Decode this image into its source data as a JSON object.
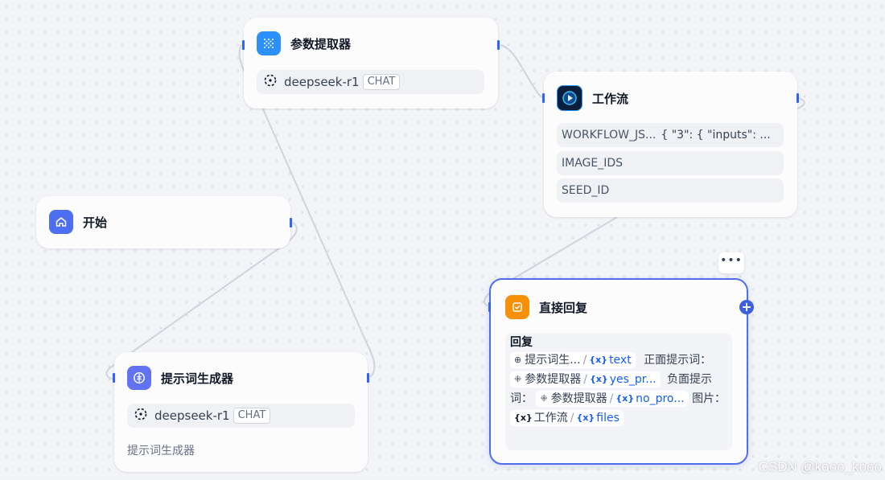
{
  "nodes": {
    "param_extractor": {
      "title": "参数提取器",
      "model": "deepseek-r1",
      "mode": "CHAT",
      "icon": "grid-icon",
      "icon_color": "#2e90fa"
    },
    "workflow": {
      "title": "工作流",
      "icon": "workflow-app-icon",
      "vars": [
        {
          "name": "WORKFLOW_JS...",
          "value": "{ \"3\": { \"inputs\": ..."
        },
        {
          "name": "IMAGE_IDS",
          "value": ""
        },
        {
          "name": "SEED_ID",
          "value": ""
        }
      ]
    },
    "start": {
      "title": "开始",
      "icon": "home-icon",
      "icon_color": "#4e6ef2"
    },
    "prompt_generator": {
      "title": "提示词生成器",
      "model": "deepseek-r1",
      "mode": "CHAT",
      "description": "提示词生成器",
      "icon": "brain-icon",
      "icon_color": "#6172f3"
    },
    "direct_reply": {
      "title": "直接回复",
      "icon": "reply-icon",
      "icon_color": "#f79009",
      "reply_label": "回复",
      "chip1_source": "提示词生...",
      "chip1_var": "text",
      "text1": "正面提示词：",
      "chip2_source": "参数提取器",
      "chip2_var": "yes_pr...",
      "text2": "负面提示词：",
      "chip3_source": "参数提取器",
      "chip3_var": "no_pro...",
      "text3": "图片：",
      "chip4_source": "工作流",
      "chip4_var": "files",
      "more": "•••",
      "plus": "+"
    }
  },
  "watermark": "CSDN @kooo_kooo",
  "colors": {
    "accent": "#4e6ef2",
    "variable": "#155eef",
    "edge": "#d0d5dd"
  }
}
